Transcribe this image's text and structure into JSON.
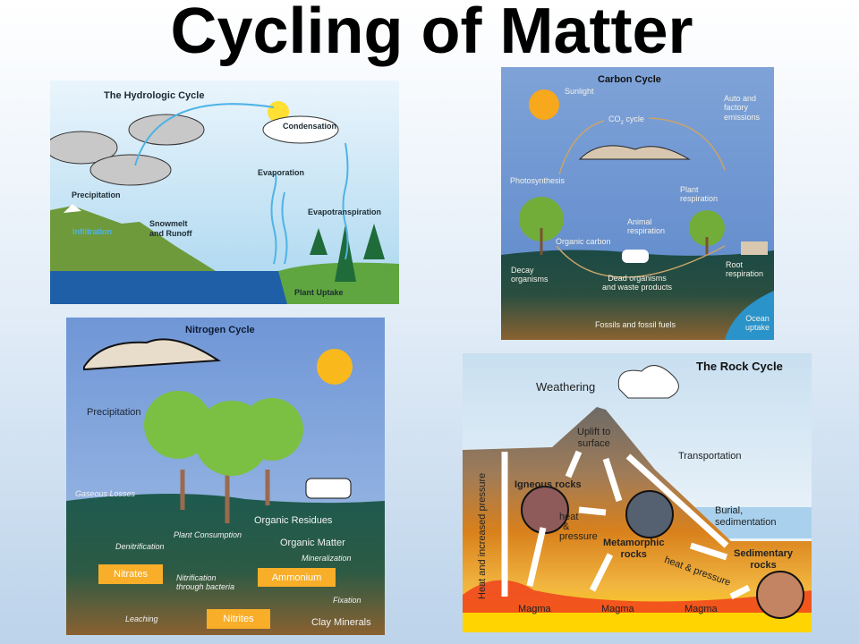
{
  "title": "Cycling of Matter",
  "hydrologic": {
    "title": "The Hydrologic Cycle",
    "labels": {
      "condensation": "Condensation",
      "evaporation": "Evaporation",
      "evapotranspiration": "Evapotranspiration",
      "precipitation": "Precipitation",
      "infiltration": "Infiltration",
      "snowmelt": "Snowmelt",
      "runoff": "and Runoff",
      "plant_uptake": "Plant Uptake"
    }
  },
  "carbon": {
    "title": "Carbon Cycle",
    "labels": {
      "sunlight": "Sunlight",
      "co2": "CO",
      "co2_sub": "2",
      "co2_rest": " cycle",
      "emissions1": "Auto and",
      "emissions2": "factory",
      "emissions3": "emissions",
      "photosynthesis": "Photosynthesis",
      "plant_resp1": "Plant",
      "plant_resp2": "respiration",
      "animal_resp1": "Animal",
      "animal_resp2": "respiration",
      "organic_carbon": "Organic carbon",
      "decay1": "Decay",
      "decay2": "organisms",
      "dead1": "Dead organisms",
      "dead2": "and waste products",
      "root1": "Root",
      "root2": "respiration",
      "fossils": "Fossils and fossil fuels",
      "ocean1": "Ocean",
      "ocean2": "uptake"
    }
  },
  "nitrogen": {
    "title": "Nitrogen Cycle",
    "labels": {
      "precipitation": "Precipitation",
      "gaseous": "Gaseous Losses",
      "organic_residues": "Organic Residues",
      "plant_consumption": "Plant Consumption",
      "denitrification": "Denitrification",
      "organic_matter": "Organic Matter",
      "mineralization": "Mineralization",
      "nitrates": "Nitrates",
      "nitrification1": "Nitrification",
      "nitrification2": "through bacteria",
      "ammonium": "Ammonium",
      "fixation": "Fixation",
      "leaching": "Leaching",
      "nitrites": "Nitrites",
      "clay": "Clay Minerals"
    }
  },
  "rock": {
    "title": "The Rock Cycle",
    "labels": {
      "weathering": "Weathering",
      "uplift1": "Uplift to",
      "uplift2": "surface",
      "transportation": "Transportation",
      "igneous": "Igneous rocks",
      "heat1": "heat",
      "heat2": "&",
      "heat3": "pressure",
      "burial1": "Burial,",
      "burial2": "sedimentation",
      "metamorphic1": "Metamorphic",
      "metamorphic2": "rocks",
      "sedimentary1": "Sedimentary",
      "sedimentary2": "rocks",
      "heat_pressure": "heat & pressure",
      "heat_increased": "Heat and increased pressure",
      "magma1": "Magma",
      "magma2": "Magma",
      "magma3": "Magma"
    }
  }
}
